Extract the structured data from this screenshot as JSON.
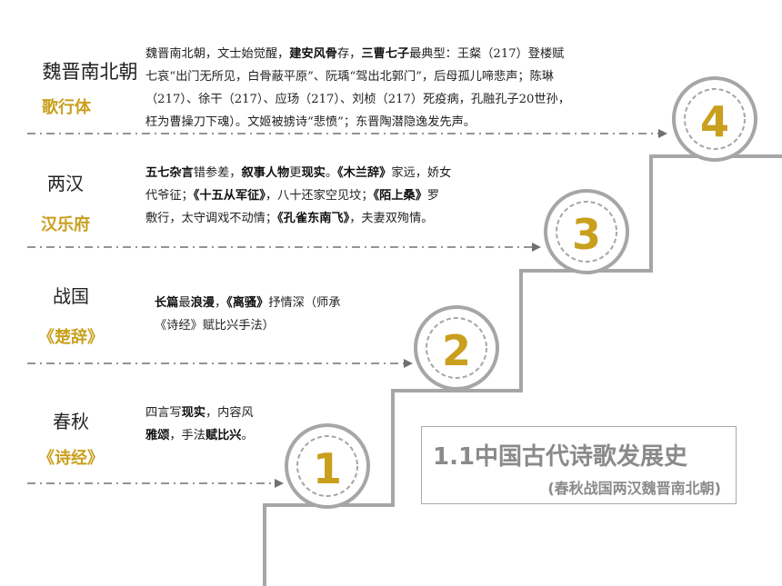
{
  "title": {
    "main": "1.1中国古代诗歌发展史",
    "sub": "(春秋战国两汉魏晋南北朝)"
  },
  "stages": [
    {
      "number": "1",
      "era": "春秋",
      "genre": "《诗经》",
      "desc": [
        {
          "t": "四言写"
        },
        {
          "t": "现实",
          "b": true
        },
        {
          "t": "，内容风"
        },
        {
          "br": true
        },
        {
          "t": "雅颂",
          "b": true
        },
        {
          "t": "，手法"
        },
        {
          "t": "赋比兴",
          "b": true
        },
        {
          "t": "。"
        }
      ]
    },
    {
      "number": "2",
      "era": "战国",
      "genre": "《楚辞》",
      "desc": [
        {
          "t": "长篇",
          "b": true
        },
        {
          "t": "最"
        },
        {
          "t": "浪漫",
          "b": true
        },
        {
          "t": "，"
        },
        {
          "t": "《离骚》",
          "b": true
        },
        {
          "t": "抒情深（师承"
        },
        {
          "br": true
        },
        {
          "t": "《诗经》赋比兴手法）"
        }
      ]
    },
    {
      "number": "3",
      "era": "两汉",
      "genre": "汉乐府",
      "desc": [
        {
          "t": "五七杂言",
          "b": true
        },
        {
          "t": "错参差，"
        },
        {
          "t": "叙事人物",
          "b": true
        },
        {
          "t": "更"
        },
        {
          "t": "现实",
          "b": true
        },
        {
          "t": "。"
        },
        {
          "t": "《木兰辞》",
          "b": true
        },
        {
          "t": "家远，娇女"
        },
        {
          "br": true
        },
        {
          "t": "代爷征；"
        },
        {
          "t": "《十五从军征》",
          "b": true
        },
        {
          "t": "，八十还家空见坟；"
        },
        {
          "t": "《陌上桑》",
          "b": true
        },
        {
          "t": "罗"
        },
        {
          "br": true
        },
        {
          "t": "敷行，太守调戏不动情；"
        },
        {
          "t": "《孔雀东南飞》",
          "b": true
        },
        {
          "t": "，夫妻双殉情。"
        }
      ]
    },
    {
      "number": "4",
      "era": "魏晋南北朝",
      "genre": "歌行体",
      "desc": [
        {
          "t": "魏晋南北朝，文士始觉醒，"
        },
        {
          "t": "建安风骨",
          "b": true
        },
        {
          "t": "存，"
        },
        {
          "t": "三曹七子",
          "b": true
        },
        {
          "t": "最典型：王粲（217）登楼赋"
        },
        {
          "br": true
        },
        {
          "t": "七哀“出门无所见，白骨蔽平原”、阮瑀“驾出北郭门”，后母孤儿啼悲声；陈琳"
        },
        {
          "br": true
        },
        {
          "t": "（217）、徐干（217）、应玚（217）、刘桢（217）死疫病，孔融孔子20世孙，"
        },
        {
          "br": true
        },
        {
          "t": "枉为曹操刀下魂）。文姬被掳诗“悲愤”；东晋陶潜隐逸发先声。"
        }
      ]
    }
  ],
  "colors": {
    "accent_gold": "#c9a01e",
    "stair_gray": "#a6a6a6",
    "dash_gray": "#707070"
  }
}
